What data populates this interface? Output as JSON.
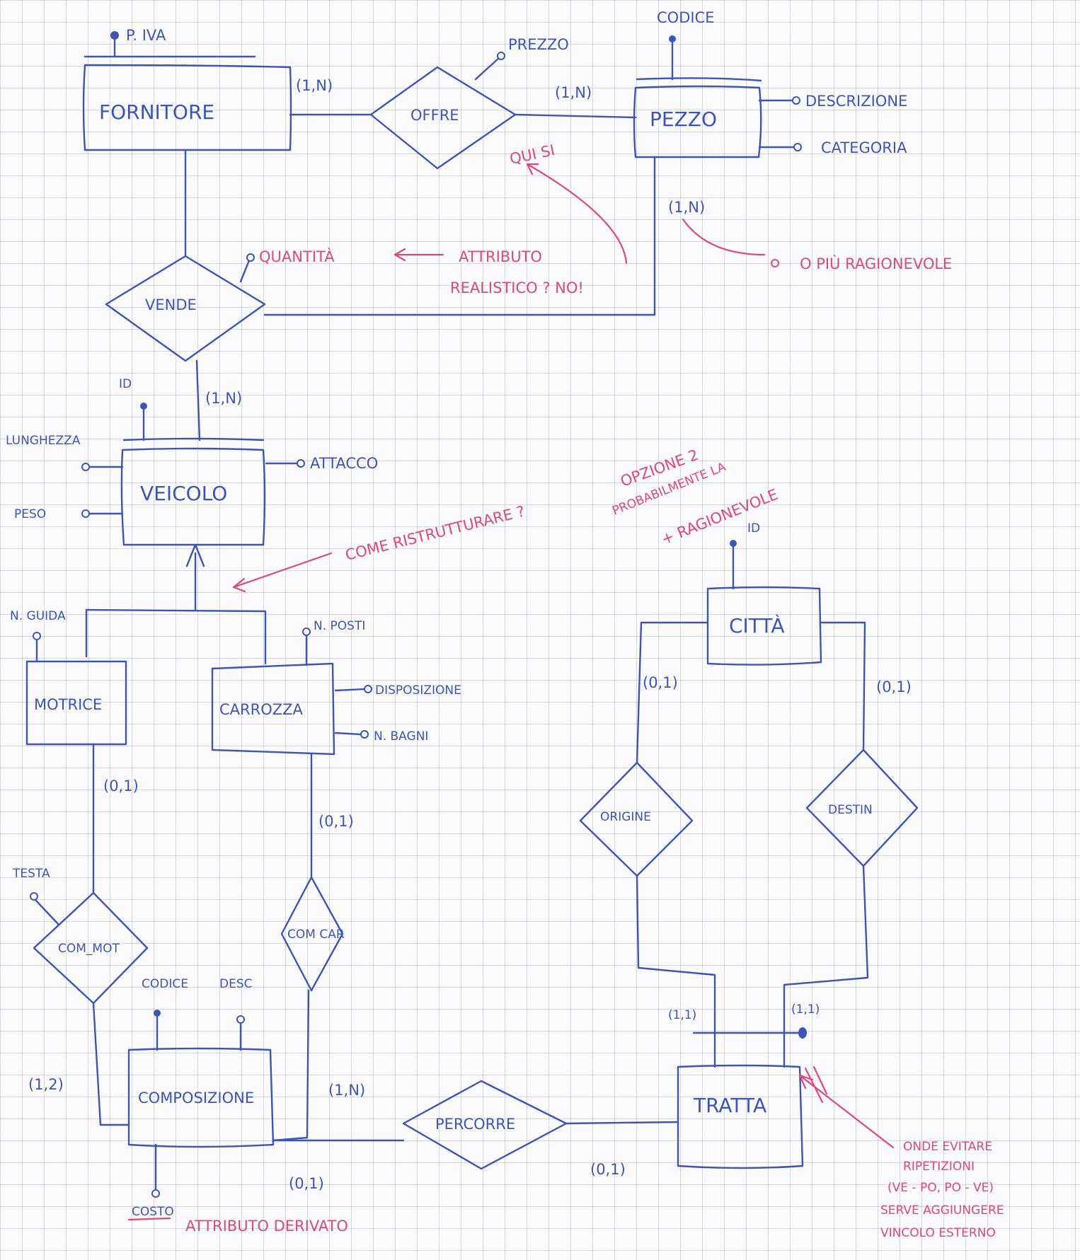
{
  "entities": {
    "fornitore": "FORNITORE",
    "pezzo": "PEZZO",
    "veicolo": "VEICOLO",
    "motrice": "MOTRICE",
    "carrozza": "CARROZZA",
    "citta": "CITTÀ",
    "composizione": "COMPOSIZIONE",
    "tratta": "TRATTA"
  },
  "relationships": {
    "offre": "OFFRE",
    "vende": "VENDE",
    "origine": "ORIGINE",
    "destin": "DESTIN",
    "com_mot": "COM_MOT",
    "com_car": "COM CAR",
    "percorre": "PERCORRE"
  },
  "attributes": {
    "p_iva": "P. IVA",
    "prezzo": "PREZZO",
    "codice_pezzo": "CODICE",
    "descrizione": "DESCRIZIONE",
    "categoria": "CATEGORIA",
    "quantita": "QUANTITÀ",
    "id_veicolo": "ID",
    "lunghezza": "LUNGHEZZA",
    "peso": "PESO",
    "attacco": "ATTACCO",
    "n_guida": "N. GUIDA",
    "n_posti": "N. POSTI",
    "disposizione": "DISPOSIZIONE",
    "n_bagni": "N. BAGNI",
    "id_citta": "ID",
    "testa": "TESTA",
    "codice_comp": "CODICE",
    "desc": "DESC",
    "costo": "COSTO"
  },
  "cardinalities": {
    "fornitore_offre": "(1,N)",
    "pezzo_offre": "(1,N)",
    "pezzo_vende": "(1,N)",
    "veicolo_vende": "(1,N)",
    "citta_origine": "(0,1)",
    "citta_destin": "(0,1)",
    "motrice_commot": "(0,1)",
    "carrozza_comcar": "(0,1)",
    "tratta_origine": "(1,1)",
    "tratta_destin": "(1,1)",
    "comp_commot": "(1,2)",
    "comp_comcar": "(1,N)",
    "tratta_percorre": "(0,1)",
    "comp_percorre": "(0,1)"
  },
  "annotations": {
    "qui_si": "QUI SI",
    "o_piu": "O PIÙ RAGIONEVOLE",
    "attributo_realistico_1": "ATTRIBUTO",
    "attributo_realistico_2": "REALISTICO ? NO!",
    "come_ristrutturare": "COME RISTRUTTURARE ?",
    "opzione_2_1": "OPZIONE 2",
    "opzione_2_2": "PROBABILMENTE LA",
    "opzione_2_3": "+ RAGIONEVOLE",
    "attributo_derivato": "ATTRIBUTO DERIVATO",
    "onde_1": "ONDE EVITARE",
    "onde_2": "RIPETIZIONI",
    "onde_3": "(VE - PO, PO - VE)",
    "onde_4": "SERVE AGGIUNGERE",
    "onde_5": "VINCOLO ESTERNO"
  },
  "colors": {
    "ink_blue": "#3c55b8",
    "ink_pink": "#e04878",
    "paper": "#fbfbfd"
  }
}
